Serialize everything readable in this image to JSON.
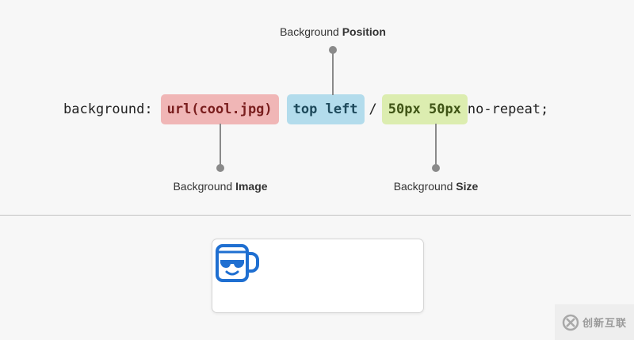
{
  "code": {
    "property": "background:",
    "image_value": "url(cool.jpg)",
    "position_value": "top left",
    "separator": "/",
    "size_value": "50px 50px",
    "repeat_value": "no-repeat;"
  },
  "labels": {
    "position": {
      "prefix": "Background ",
      "bold": "Position"
    },
    "image": {
      "prefix": "Background ",
      "bold": "Image"
    },
    "size": {
      "prefix": "Background ",
      "bold": "Size"
    }
  },
  "colors": {
    "image_chip": "#f0b6b6",
    "position_chip": "#b3dcec",
    "size_chip": "#dcedb0",
    "mug": "#1f6fd1"
  },
  "preview": {
    "icon": "cool-mug-icon"
  },
  "watermark": {
    "text": "创新互联"
  }
}
